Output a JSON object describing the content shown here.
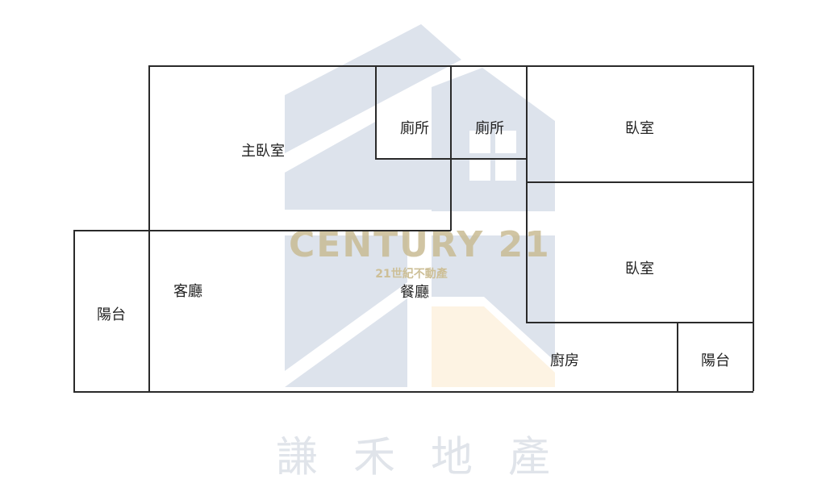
{
  "watermark": {
    "brand": "CENTURY 21",
    "brand_sub": "21世紀不動產",
    "agency": "謙禾地產",
    "colors": {
      "house_blue": "#dde3ec",
      "house_gold": "#fdf3e3",
      "brand_gold": "#c9bc94",
      "agency_gray": "#e0e4ea"
    }
  },
  "floor_plan": {
    "wall_color": "#2a2a2a",
    "rooms": [
      {
        "id": "master-bedroom",
        "label": "主臥室"
      },
      {
        "id": "toilet-1",
        "label": "廁所"
      },
      {
        "id": "toilet-2",
        "label": "廁所"
      },
      {
        "id": "bedroom-1",
        "label": "臥室"
      },
      {
        "id": "bedroom-2",
        "label": "臥室"
      },
      {
        "id": "balcony-west",
        "label": "陽台"
      },
      {
        "id": "living-room",
        "label": "客廳"
      },
      {
        "id": "dining-room",
        "label": "餐廳"
      },
      {
        "id": "kitchen",
        "label": "廚房"
      },
      {
        "id": "balcony-east",
        "label": "陽台"
      }
    ]
  }
}
